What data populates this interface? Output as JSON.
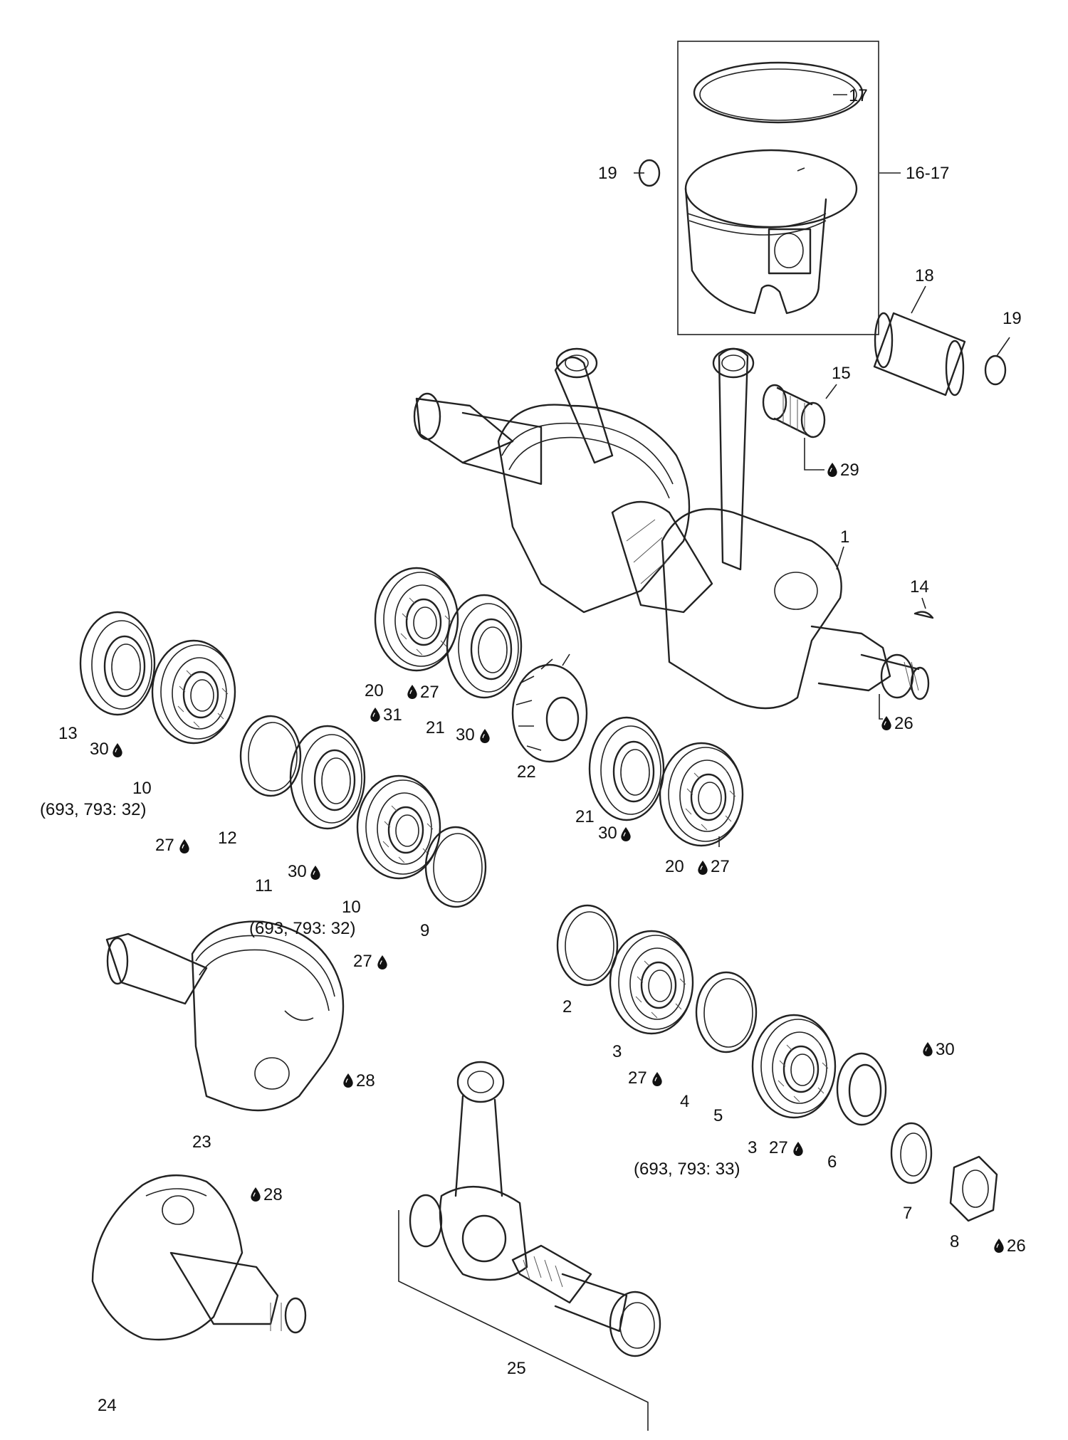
{
  "labels": {
    "l17": "17",
    "l19a": "19",
    "l1617": "16-17",
    "l18": "18",
    "l19b": "19",
    "l15": "15",
    "l29": "29",
    "l1": "1",
    "l14": "14",
    "l26a": "26",
    "l20a": "20",
    "l27a": "27",
    "l21a": "21",
    "l30a": "30",
    "l22": "22",
    "l13": "13",
    "l30b": "30",
    "l10a": "10",
    "l693a": "(693, 793: 32)",
    "l27b": "27",
    "l12": "12",
    "l31": "31",
    "l11": "11",
    "l30c": "30",
    "l10b": "10",
    "l693b": "(693, 793: 32)",
    "l27c": "27",
    "l9": "9",
    "l21b": "21",
    "l30d": "30",
    "l20b": "20",
    "l27d": "27",
    "l2": "2",
    "l3a": "3",
    "l27e": "27",
    "l4": "4",
    "l5": "5",
    "l3b": "3",
    "l693c": "(693, 793: 33)",
    "l27f": "27",
    "l6": "6",
    "l30e": "30",
    "l7": "7",
    "l8": "8",
    "l26b": "26",
    "l23": "23",
    "l28a": "28",
    "l24": "24",
    "l28b": "28",
    "l25": "25"
  },
  "colors": {
    "line": "#222222",
    "background": "#ffffff",
    "text": "#111111"
  },
  "icons": {
    "lubricant": "oil-drop-icon"
  }
}
